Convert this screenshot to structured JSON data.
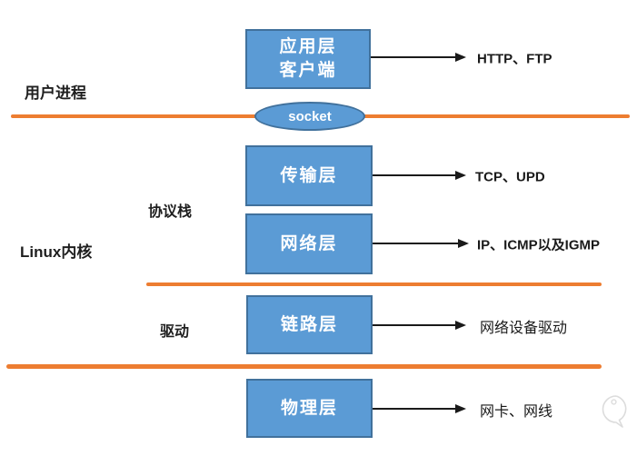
{
  "colors": {
    "box_fill": "#5b9bd5",
    "box_border": "#41719c",
    "divider_orange": "#ed7d31",
    "arrow_black": "#1a1a1a",
    "box_text": "#ffffff"
  },
  "left_labels": {
    "user_process": "用户进程",
    "protocol_stack": "协议栈",
    "linux_kernel": "Linux内核",
    "driver": "驱动"
  },
  "socket": {
    "label": "socket"
  },
  "layers": [
    {
      "id": "application",
      "title_line1": "应用层",
      "title_line2": "客户端",
      "protocols": "HTTP、FTP"
    },
    {
      "id": "transport",
      "title_line1": "传输层",
      "title_line2": "",
      "protocols": "TCP、UPD"
    },
    {
      "id": "network",
      "title_line1": "网络层",
      "title_line2": "",
      "protocols": "IP、ICMP以及IGMP"
    },
    {
      "id": "link",
      "title_line1": "链路层",
      "title_line2": "",
      "protocols": "网络设备驱动"
    },
    {
      "id": "physical",
      "title_line1": "物理层",
      "title_line2": "",
      "protocols": "网卡、网线"
    }
  ],
  "icons": {
    "watermark": "bird-watermark-icon"
  }
}
